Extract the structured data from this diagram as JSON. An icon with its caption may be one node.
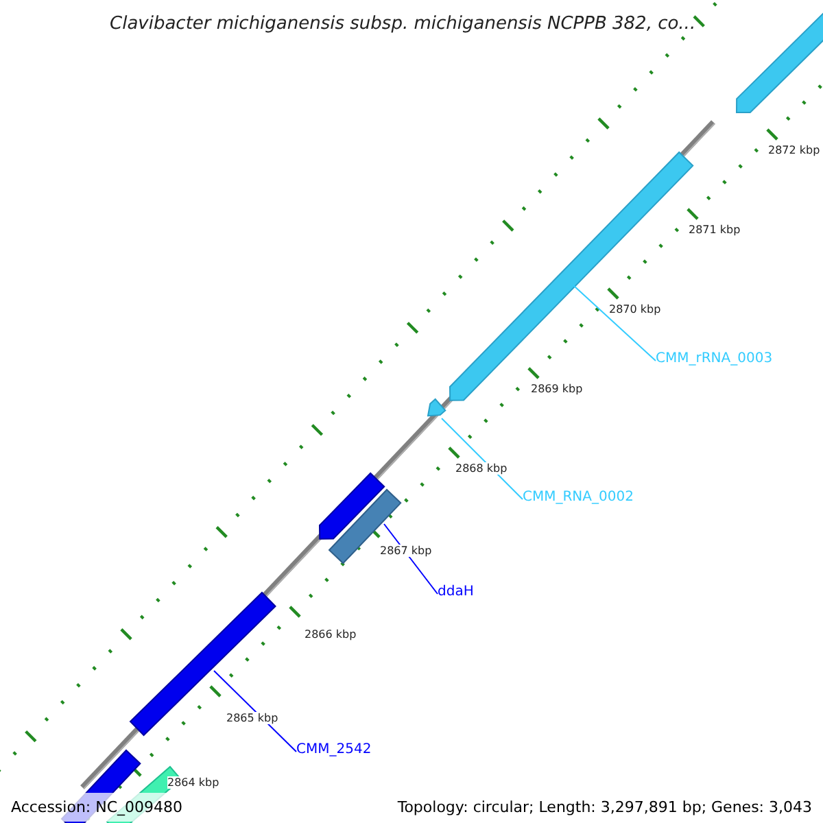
{
  "diagram": {
    "title": "Clavibacter michiganensis subsp. michiganensis NCPPB 382, co...",
    "nodes": [
      {
        "text": [],
        "shape": "bar"
      },
      {
        "text": [],
        "shape": "bar"
      },
      {
        "text": [
          "CMM_rRNA_0003"
        ]
      },
      {
        "text": [],
        "shape": "bar"
      },
      {
        "text": [
          "CMM_RNA_0002"
        ]
      },
      {
        "text": [],
        "shape": "bar"
      },
      {
        "text": [],
        "shape": "bar"
      },
      {
        "text": [
          "ddaH"
        ]
      },
      {
        "text": [],
        "shape": "bar"
      },
      {
        "text": [
          "CMM_2542"
        ]
      },
      {
        "text": [],
        "shape": "bar"
      },
      {
        "text": [],
        "shape": "bar"
      }
    ],
    "edges": [
      {
        "from": 2,
        "to": 1,
        "arrow": "none",
        "color": "#33ccff"
      },
      {
        "from": 4,
        "to": 3,
        "arrow": "none",
        "color": "#33ccff"
      },
      {
        "from": 7,
        "to": 6,
        "arrow": "none",
        "color": "#0000ff"
      },
      {
        "from": 9,
        "to": 8,
        "arrow": "none",
        "color": "#0000ff"
      }
    ],
    "labels": [
      "2872 kbp",
      "2871 kbp",
      "2870 kbp",
      "2869 kbp",
      "2868 kbp",
      "2867 kbp",
      "2866 kbp",
      "2865 kbp",
      "2864 kbp",
      "Accession: NC_009480",
      "Topology: circular; Length: 3,297,891 bp; Genes: 3,043"
    ]
  }
}
